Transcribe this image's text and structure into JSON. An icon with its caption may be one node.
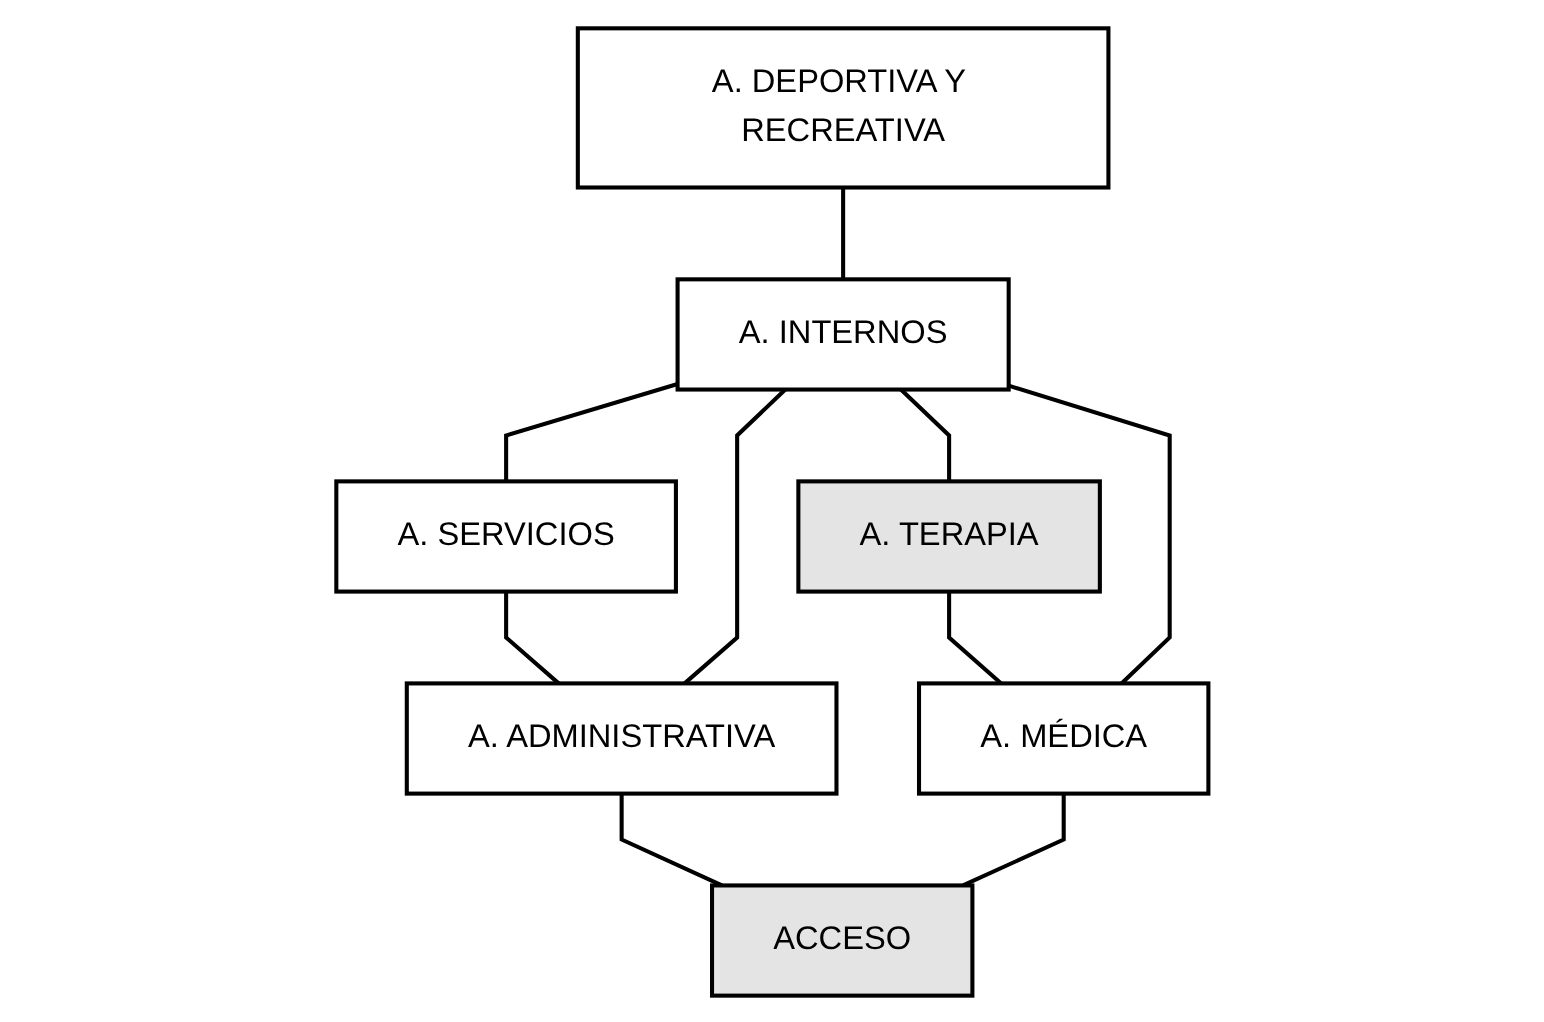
{
  "diagram": {
    "nodes": [
      {
        "text": [
          "A. DEPORTIVA Y RECREATIVA"
        ]
      },
      {
        "text": [
          "A. SERVICIOS"
        ]
      },
      {
        "text": [
          "A. INTERNOS"
        ]
      },
      {
        "text": [
          "A. TERAPIA"
        ]
      },
      {
        "text": [
          "A. ADMINISTRATIVA"
        ]
      },
      {
        "text": [
          "A. MÉDICA"
        ]
      },
      {
        "text": [
          "ACCESO"
        ]
      }
    ],
    "edges": [
      {
        "from": 0,
        "to": 2,
        "arrow": "none"
      },
      {
        "from": 1,
        "to": 2,
        "arrow": "none"
      },
      {
        "from": 2,
        "to": 3,
        "arrow": "none"
      },
      {
        "from": 1,
        "to": 4,
        "arrow": "none"
      },
      {
        "from": 3,
        "to": 5,
        "arrow": "none"
      },
      {
        "from": 2,
        "to": 4,
        "arrow": "none"
      },
      {
        "from": 2,
        "to": 5,
        "arrow": "none"
      },
      {
        "from": 4,
        "to": 6,
        "arrow": "none"
      },
      {
        "from": 5,
        "to": 6,
        "arrow": "none"
      }
    ]
  }
}
